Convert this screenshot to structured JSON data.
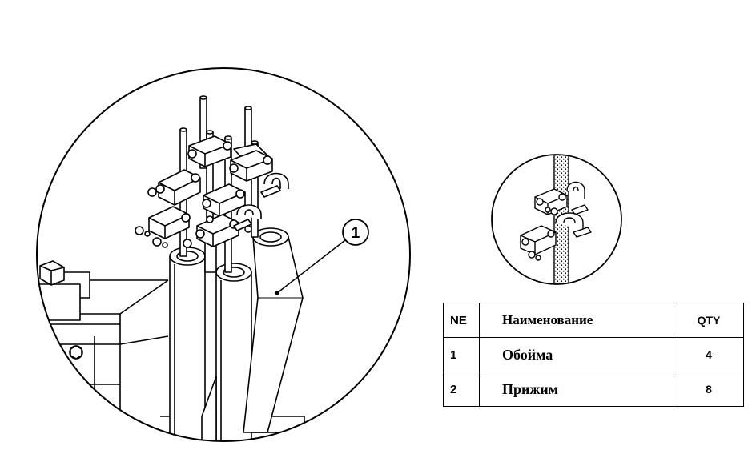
{
  "callout": {
    "number": "1"
  },
  "table": {
    "headers": {
      "number": "NE",
      "name": "Наименование",
      "qty": "QTY"
    },
    "rows": [
      {
        "number": "1",
        "name": "Обойма",
        "qty": "4"
      },
      {
        "number": "2",
        "name": "Прижим",
        "qty": "8"
      }
    ]
  }
}
